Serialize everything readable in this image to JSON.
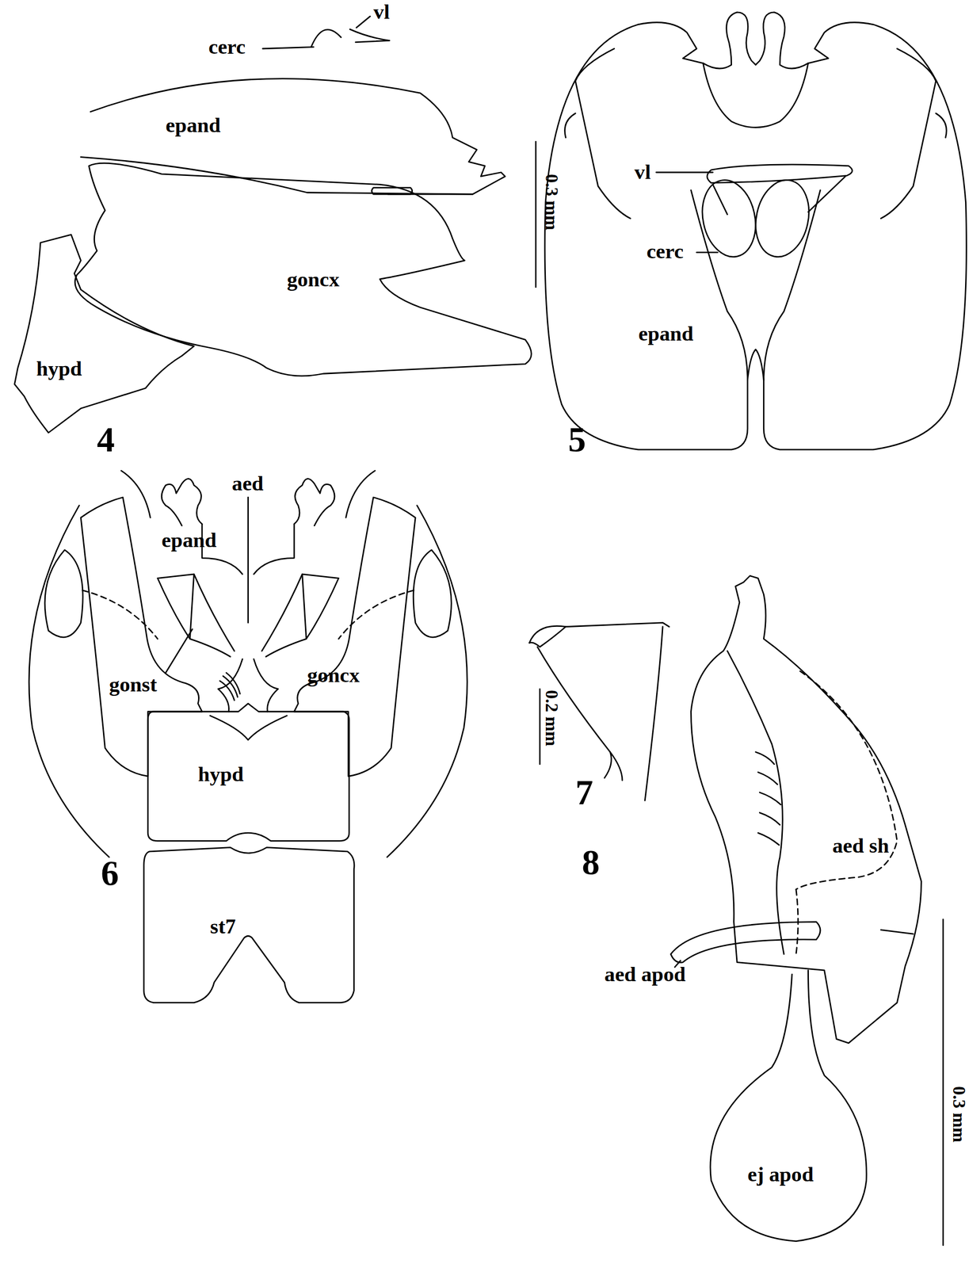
{
  "diagram": {
    "labels": [
      "cerc",
      "vl",
      "epand",
      "goncx",
      "hypd",
      "0.3 mm",
      "4",
      "vl",
      "cerc",
      "epand",
      "5",
      "aed",
      "epand",
      "gonst",
      "goncx",
      "hypd",
      "st7",
      "6",
      "0.2 mm",
      "7",
      "aed sh",
      "aed apod",
      "ej apod",
      "0.3 mm",
      "8"
    ]
  }
}
